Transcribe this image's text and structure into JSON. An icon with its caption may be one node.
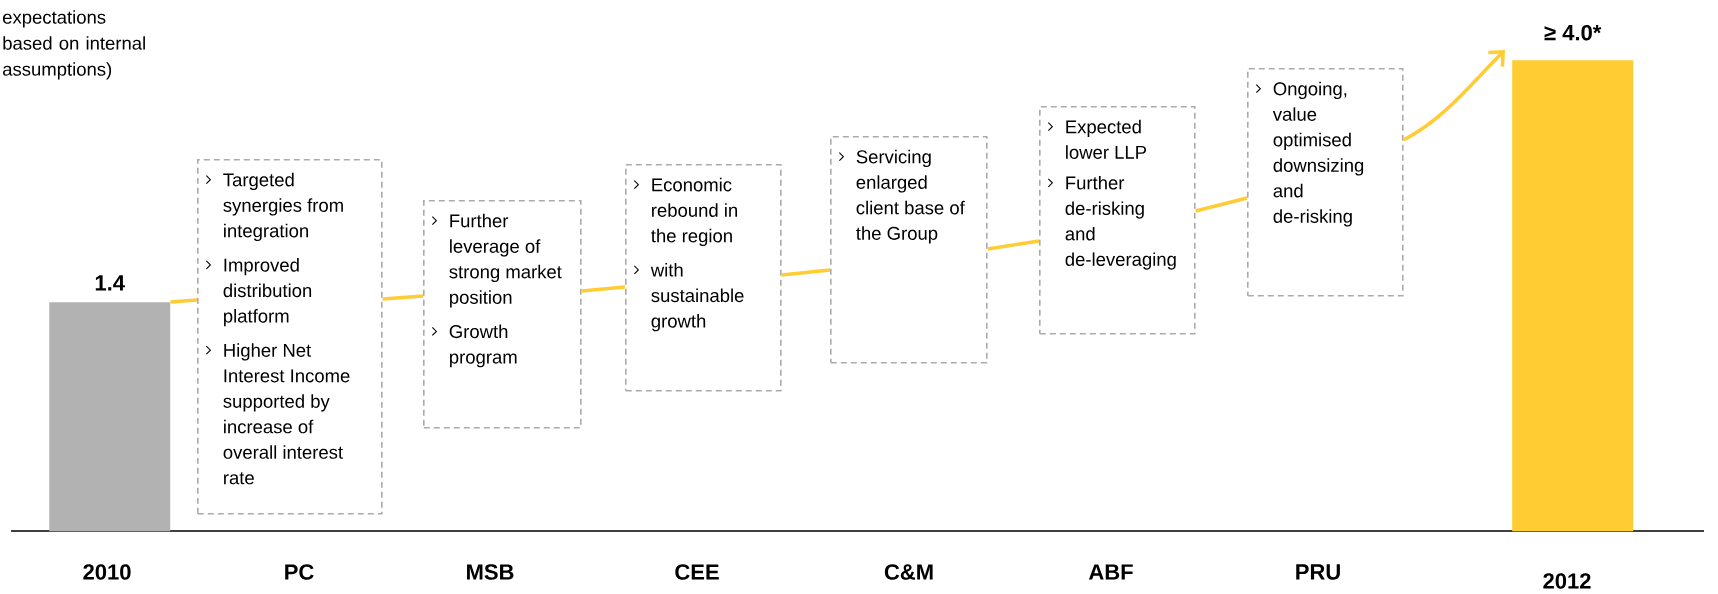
{
  "diagram": {
    "nodes": [
      {
        "text": [
          "1.4"
        ]
      },
      {
        "text": [
          "Targeted synergies from integration",
          "Improved distribution platform",
          "Higher Net Interest Income supported by increase of overall interest rate"
        ]
      },
      {
        "text": [
          "Further leverage of strong market position",
          "Growth program"
        ]
      },
      {
        "text": [
          "Economic rebound in the region",
          "with sustainable growth"
        ]
      },
      {
        "text": [
          "Servicing enlarged client base of the Group"
        ]
      },
      {
        "text": [
          "Expected lower LLP",
          "Further de-risking and de-leveraging"
        ]
      },
      {
        "text": [
          "Ongoing, value optimised downsizing and de-risking"
        ]
      },
      {
        "text": [
          "≥ 4.0*"
        ]
      }
    ],
    "edges": [
      {
        "from": 0,
        "to": 1,
        "arrow": "none"
      },
      {
        "from": 1,
        "to": 2,
        "arrow": "none"
      },
      {
        "from": 2,
        "to": 3,
        "arrow": "none"
      },
      {
        "from": 3,
        "to": 4,
        "arrow": "none"
      },
      {
        "from": 4,
        "to": 5,
        "arrow": "none"
      },
      {
        "from": 5,
        "to": 6,
        "arrow": "none"
      },
      {
        "from": 6,
        "to": 7,
        "arrow": "to"
      }
    ],
    "labels": [
      "expectations based on internal assumptions)",
      "2010",
      "PC",
      "MSB",
      "CEE",
      "C&M",
      "ABF",
      "PRU",
      "2012"
    ]
  }
}
